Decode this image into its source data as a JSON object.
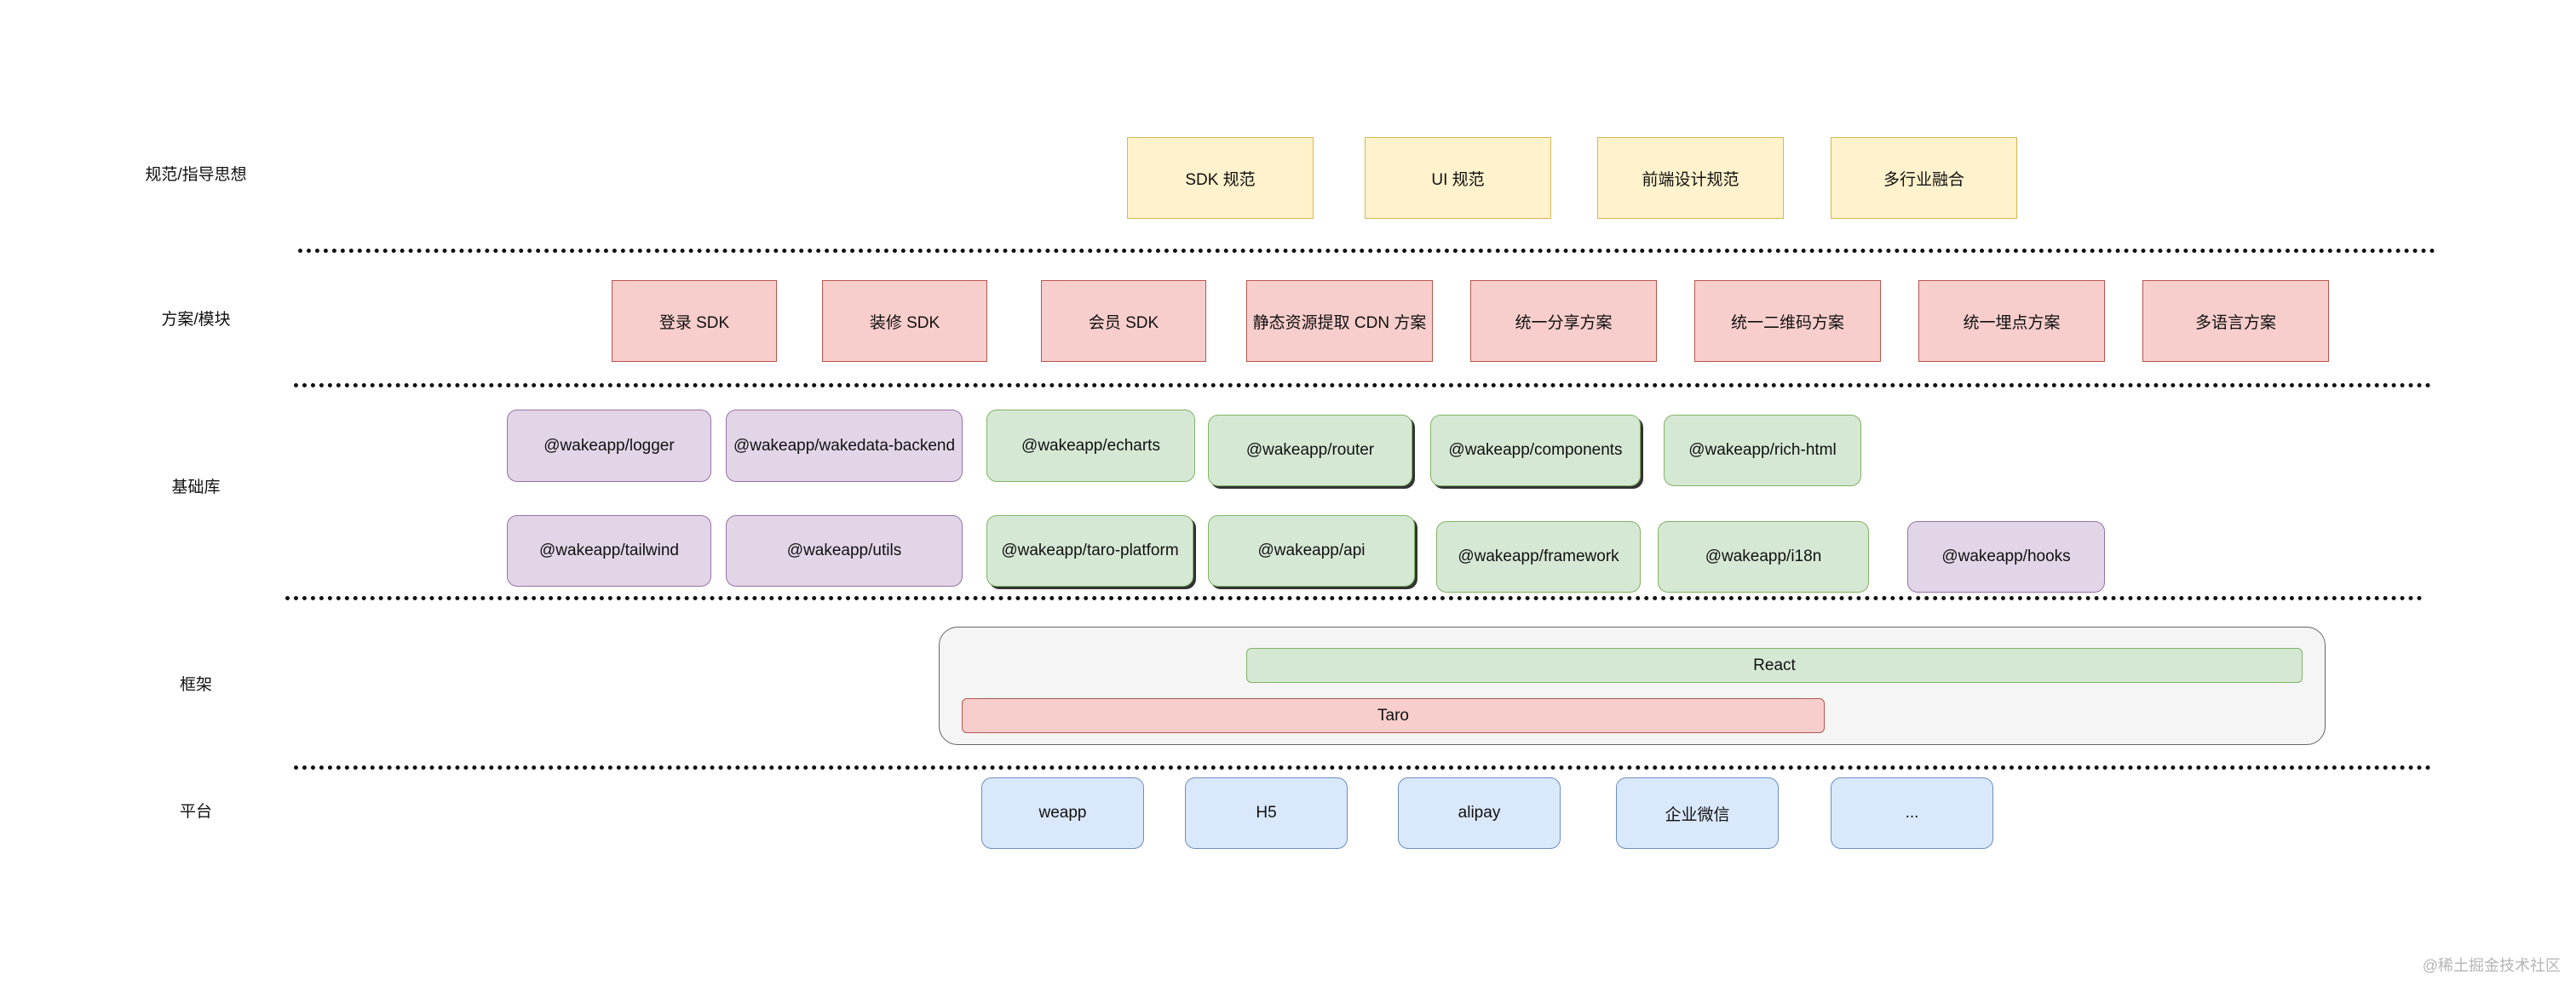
{
  "rows": {
    "guidelines": "规范/指导思想",
    "solutions": "方案/模块",
    "libraries": "基础库",
    "framework": "框架",
    "platform": "平台"
  },
  "guidelines": [
    "SDK 规范",
    "UI 规范",
    "前端设计规范",
    "多行业融合"
  ],
  "solutions": [
    "登录 SDK",
    "装修 SDK",
    "会员 SDK",
    "静态资源提取 CDN 方案",
    "统一分享方案",
    "统一二维码方案",
    "统一埋点方案",
    "多语言方案"
  ],
  "libraries": {
    "purple": [
      "@wakeapp/logger",
      "@wakeapp/wakedata-backend",
      "@wakeapp/tailwind",
      "@wakeapp/utils",
      "@wakeapp/hooks"
    ],
    "green": [
      "@wakeapp/echarts",
      "@wakeapp/router",
      "@wakeapp/components",
      "@wakeapp/rich-html",
      "@wakeapp/taro-platform",
      "@wakeapp/api",
      "@wakeapp/framework",
      "@wakeapp/i18n"
    ]
  },
  "framework": {
    "react": "React",
    "taro": "Taro"
  },
  "platforms": [
    "weapp",
    "H5",
    "alipay",
    "企业微信",
    "..."
  ],
  "watermark": "@稀土掘金技术社区",
  "colors": {
    "guideline_fill": "#fff2cc",
    "solution_fill": "#f8cecc",
    "library_purple_fill": "#e1d5e7",
    "library_green_fill": "#d5e8d4",
    "platform_fill": "#dae8fc",
    "framework_fill": "#f5f5f5"
  }
}
